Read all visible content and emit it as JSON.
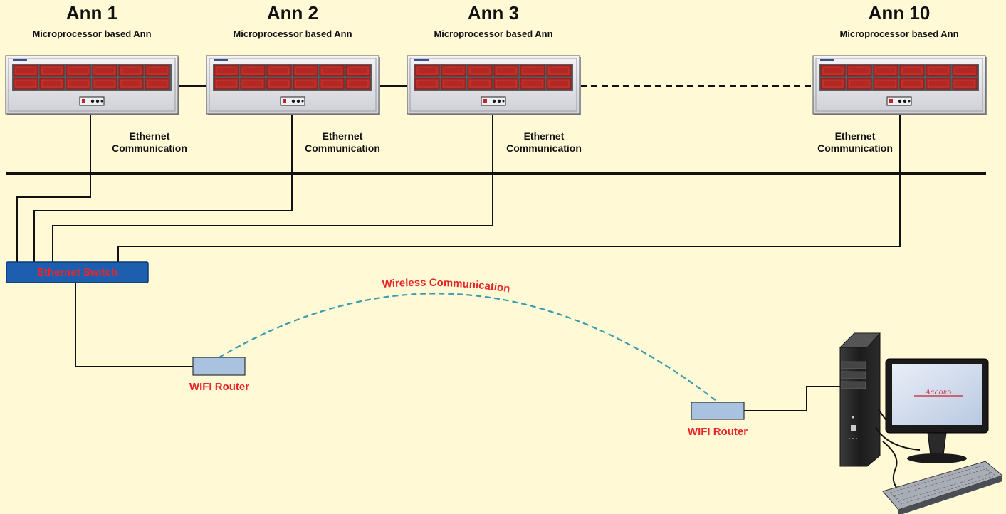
{
  "annunciators": [
    {
      "title": "Ann 1",
      "subtitle": "Microprocessor based Ann",
      "comm_line1": "Ethernet",
      "comm_line2": "Communication"
    },
    {
      "title": "Ann 2",
      "subtitle": "Microprocessor based Ann",
      "comm_line1": "Ethernet",
      "comm_line2": "Communication"
    },
    {
      "title": "Ann 3",
      "subtitle": "Microprocessor based Ann",
      "comm_line1": "Ethernet",
      "comm_line2": "Communication"
    },
    {
      "title": "Ann 10",
      "subtitle": "Microprocessor based Ann",
      "comm_line1": "Ethernet",
      "comm_line2": "Communication"
    }
  ],
  "switch": {
    "label": "Ethernet Switch"
  },
  "wireless": {
    "label": "Wireless Communication"
  },
  "routers": [
    {
      "label": "WIFI Router"
    },
    {
      "label": "WIFI Router"
    }
  ],
  "monitor": {
    "brand": "Accord"
  },
  "colors": {
    "background": "#fff9d6",
    "red_label": "#e8262a",
    "switch_blue": "#1d5fae",
    "wireless_dash": "#3a9bb0",
    "router_fill": "#a9c2e0",
    "window_red": "#b32822"
  }
}
